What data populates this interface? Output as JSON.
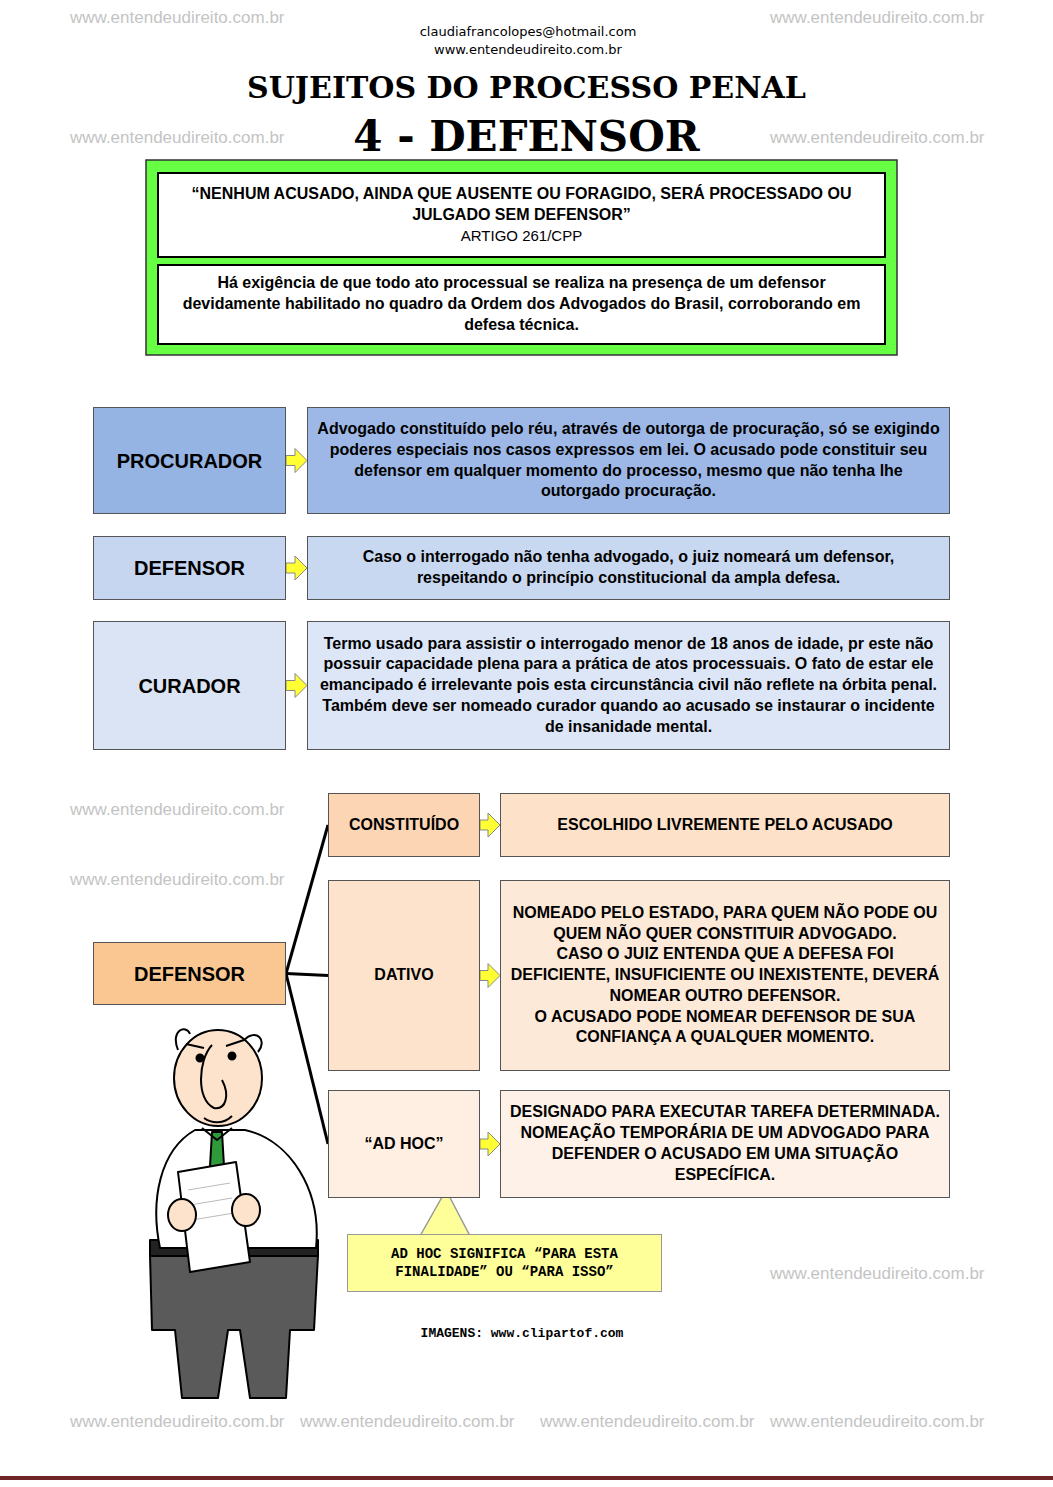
{
  "diagram": {
    "title": "SUJEITOS DO PROCESSO PENAL",
    "nodes": [
      {
        "text": [
          "“NENHUM ACUSADO, AINDA QUE AUSENTE OU FORAGIDO, SERÁ PROCESSADO OU JULGADO SEM DEFENSOR”",
          "ARTIGO 261/CPP"
        ]
      },
      {
        "text": [
          "Há exigência de que todo ato processual se realiza na presença de um defensor devidamente habilitado no quadro da Ordem dos Advogados do Brasil, corroborando em defesa técnica."
        ]
      },
      {
        "text": [
          "PROCURADOR"
        ]
      },
      {
        "text": [
          "Advogado constituído pelo réu, através de outorga de procuração, só se exigindo poderes especiais nos casos expressos em lei. O acusado pode constituir seu defensor em qualquer momento do processo, mesmo que não tenha lhe outorgado procuração."
        ]
      },
      {
        "text": [
          "DEFENSOR"
        ]
      },
      {
        "text": [
          "Caso o interrogado não tenha advogado, o juiz nomeará um defensor, respeitando o princípio constitucional da ampla defesa."
        ]
      },
      {
        "text": [
          "CURADOR"
        ]
      },
      {
        "text": [
          "Termo usado para assistir o interrogado menor de 18 anos de idade, pr este não possuir capacidade plena para a prática de atos processuais. O fato de estar ele emancipado é irrelevante pois esta circunstância civil não reflete na órbita penal. Também deve ser nomeado curador quando ao acusado se instaurar o incidente de insanidade mental."
        ]
      },
      {
        "text": [
          "DEFENSOR"
        ]
      },
      {
        "text": [
          "CONSTITUÍDO"
        ]
      },
      {
        "text": [
          "ESCOLHIDO LIVREMENTE PELO ACUSADO"
        ]
      },
      {
        "text": [
          "DATIVO"
        ]
      },
      {
        "text": [
          "NOMEADO PELO ESTADO, PARA QUEM NÃO PODE OU QUEM NÃO QUER CONSTITUIR ADVOGADO.",
          "CASO O JUIZ ENTENDA QUE A DEFESA FOI DEFICIENTE, INSUFICIENTE OU INEXISTENTE, DEVERÁ NOMEAR OUTRO DEFENSOR.",
          "O ACUSADO PODE NOMEAR DEFENSOR DE SUA CONFIANÇA A QUALQUER MOMENTO."
        ]
      },
      {
        "text": [
          "“AD HOC”"
        ]
      },
      {
        "text": [
          "DESIGNADO PARA EXECUTAR TAREFA DETERMINADA. NOMEAÇÃO TEMPORÁRIA DE UM ADVOGADO PARA DEFENDER O ACUSADO EM UMA SITUAÇÃO ESPECÍFICA."
        ]
      },
      {
        "text": [
          "AD HOC SIGNIFICA “PARA ESTA FINALIDADE” OU “PARA ISSO”"
        ]
      }
    ],
    "edges": [
      {
        "from": 2,
        "to": 3,
        "arrow": "to"
      },
      {
        "from": 4,
        "to": 5,
        "arrow": "to"
      },
      {
        "from": 6,
        "to": 7,
        "arrow": "to"
      },
      {
        "from": 8,
        "to": 9,
        "arrow": "none"
      },
      {
        "from": 8,
        "to": 11,
        "arrow": "none"
      },
      {
        "from": 8,
        "to": 13,
        "arrow": "none"
      },
      {
        "from": 9,
        "to": 10,
        "arrow": "to"
      },
      {
        "from": 11,
        "to": 12,
        "arrow": "to"
      },
      {
        "from": 13,
        "to": 14,
        "arrow": "to"
      }
    ],
    "labels": [
      "claudiafrancolopes@hotmail.com",
      "www.entendeudireito.com.br",
      "4 - DEFENSOR",
      "www.entendeudireito.com.br",
      "www.entendeudireito.com.br",
      "www.entendeudireito.com.br",
      "www.entendeudireito.com.br",
      "www.entendeudireito.com.br",
      "www.entendeudireito.com.br",
      "www.entendeudireito.com.br",
      "www.entendeudireito.com.br",
      "www.entendeudireito.com.br",
      "www.entendeudireito.com.br",
      "www.entendeudireito.com.br",
      "IMAGENS: www.clipartof.com"
    ]
  }
}
